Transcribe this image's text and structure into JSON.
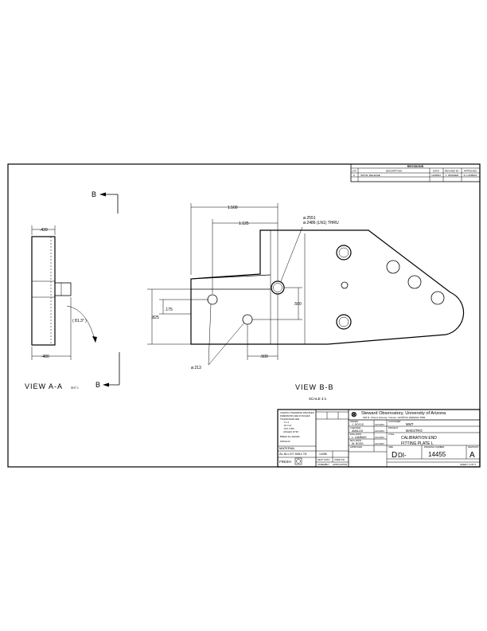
{
  "revisions": {
    "title": "REVISIONS",
    "col_ltr": "LTR",
    "col_description": "DESCRIPTION",
    "col_date": "DATE",
    "col_revised_by": "REVISED BY",
    "col_approved": "APPROVED",
    "row_ltr": "A",
    "row_description": "INITIAL RELEASE",
    "row_date": "12/08/04",
    "row_revised_by": "J. WARNER",
    "row_approved": "D. LAMBIAS"
  },
  "views": {
    "section_marker": "B",
    "view_aa_label": "VIEW A-A",
    "view_aa_sheet": "SHT 1",
    "view_bb_label": "VIEW B-B",
    "scale": "SCALE 4:1"
  },
  "dimensions": {
    "d_439": ".439",
    "d_480": ".480",
    "angle": "( 81.3° )",
    "d_1500": "1.500",
    "d_1125": "1.125",
    "hole_callout_1": "ø.2551",
    "hole_callout_2": "ø.2486 (LN1) THRU",
    "d_175": ".175",
    "d_825": ".825",
    "d_500v": ".500",
    "d_500h": ".500",
    "small_hole": "ø.213"
  },
  "title_block": {
    "tolerance_notes": [
      "UNLESS OTHERWISE SPECIFIED",
      "DIMENSIONS ARE IN INCHES",
      "TOLERANCES ARE",
      ".X  ±.1",
      ".XX  ±.01",
      ".XXX  ±.005",
      "ANGLES ±0°30'",
      "BREAK ALL EDGES",
      "FINISH 63"
    ],
    "material_label": "MATERIAL",
    "material_value": "AL ALLOY 6061-T6",
    "finish_label": "FINISH",
    "org_name": "Steward Observatory, University of Arizona",
    "org_address": "933 N. Cherry Avenue, Tucson, AZ  85721   (520)621-7669",
    "drawn_label": "DRAWN",
    "drawn_by": "J. DOYLE",
    "drawn_date": "12/13/04",
    "checked_label": "CHECKED",
    "checked_by": "AMALDO",
    "checked_date": "12/13/04",
    "eng_label": "ENG APPR",
    "eng_by": "L. LAMBIAS",
    "eng_date": "12/13/04",
    "mfg_label": "MFG APPR",
    "mfg_by": "W. ROSS",
    "mfg_date": "12/13/04",
    "approved_label": "APPROVED",
    "customer_label": "CUSTOMER",
    "customer": "MMT",
    "project_label": "PROJECT",
    "project": "MAESTRO",
    "title_label": "TITLE",
    "title_line1": "CALIBRATION END",
    "title_line2": "FITTING PLATE L",
    "size_label": "SIZE",
    "size": "D",
    "dwg_prefix": "DI-",
    "dwg_label": "DRAWING NUMBER",
    "dwg_number": "14455",
    "rev_label": "REVISION",
    "rev": "A",
    "sheet": "SHEET 2 OF 3",
    "next_assy_label": "NEXT ASSY",
    "used_on_label": "USED ON",
    "part_no": "14456",
    "assembly_label": "ASSEMBLY",
    "application_label": "APPLICATION"
  }
}
